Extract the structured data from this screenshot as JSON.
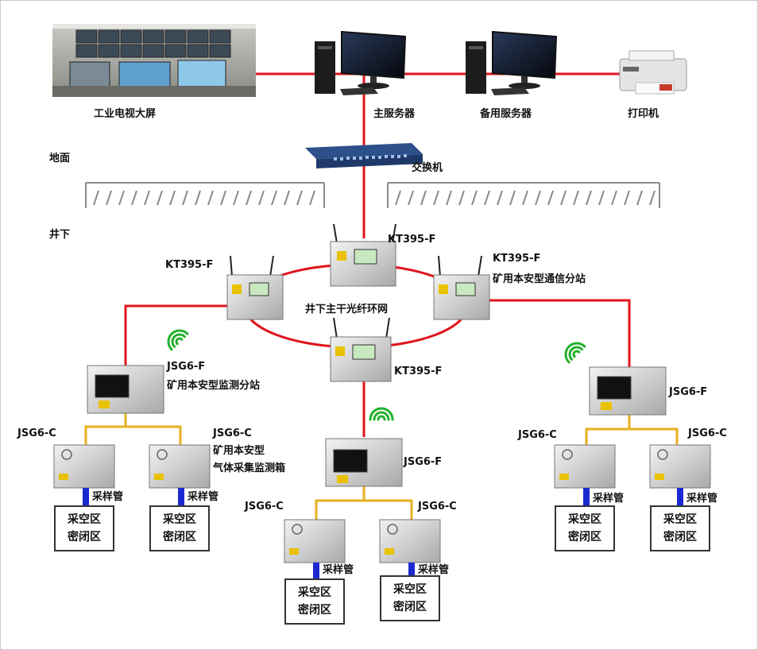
{
  "labels": {
    "tv_wall": "工业电视大屏",
    "main_server": "主服务器",
    "backup_server": "备用服务器",
    "printer": "打印机",
    "surface": "地面",
    "switch": "交换机",
    "underground": "井下",
    "ring_network": "井下主干光纤环网",
    "station_model": "KT395-F",
    "station_desc": "矿用本安型通信分站",
    "monitor_model": "JSG6-F",
    "monitor_desc": "矿用本安型监测分站",
    "collector_model": "JSG6-C",
    "collector_desc_line1": "矿用本安型",
    "collector_desc_line2": "气体采集监测箱",
    "sampling_tube": "采样管",
    "zone_line1": "采空区",
    "zone_line2": "密闭区"
  },
  "colors": {
    "network_line": "#e0141c",
    "collector_line": "#e8b020",
    "sampling_tube": "#1a2ad0",
    "wifi": "#22b02a"
  }
}
